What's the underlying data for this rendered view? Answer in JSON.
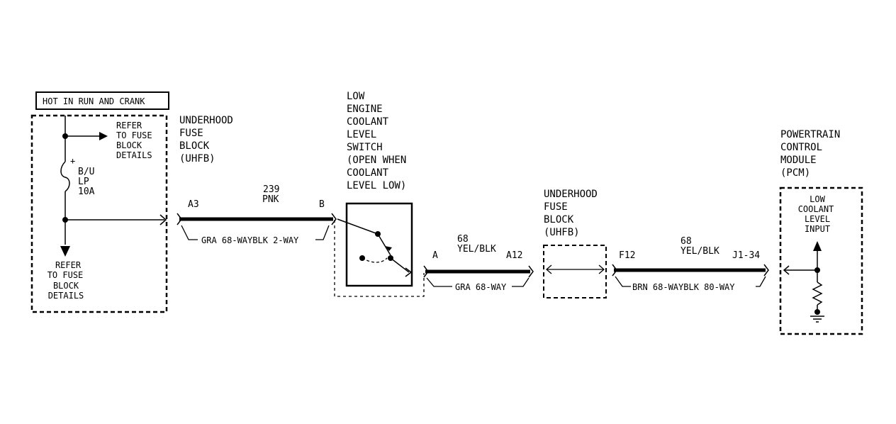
{
  "header": {
    "hot_label": "HOT IN RUN AND CRANK"
  },
  "fuse_block_left": {
    "refer_top": [
      "REFER",
      "TO FUSE",
      "BLOCK",
      "DETAILS"
    ],
    "fuse": [
      "B/U",
      "LP",
      "10A"
    ],
    "plus": "+",
    "refer_bottom": [
      "REFER",
      "TO FUSE",
      "BLOCK",
      "DETAILS"
    ]
  },
  "uhfb_1": {
    "label": [
      "UNDERHOOD",
      "FUSE",
      "BLOCK",
      "(UHFB)"
    ]
  },
  "wire_1": {
    "circuit": "239",
    "color": "PNK",
    "pin_left": "A3",
    "pin_right": "B",
    "connector": "GRA 68-WAYBLK 2-WAY"
  },
  "switch": {
    "label": [
      "LOW",
      "ENGINE",
      "COOLANT",
      "LEVEL",
      "SWITCH",
      "(OPEN WHEN",
      "COOLANT",
      "LEVEL LOW)"
    ]
  },
  "wire_2": {
    "circuit": "68",
    "color": "YEL/BLK",
    "pin_left": "A",
    "pin_right": "A12",
    "connector": "GRA 68-WAY"
  },
  "uhfb_2": {
    "label": [
      "UNDERHOOD",
      "FUSE",
      "BLOCK",
      "(UHFB)"
    ]
  },
  "wire_3": {
    "circuit": "68",
    "color": "YEL/BLK",
    "pin_left": "F12",
    "pin_right": "J1-34",
    "connector": "BRN 68-WAYBLK 80-WAY"
  },
  "pcm": {
    "label": [
      "POWERTRAIN",
      "CONTROL",
      "MODULE",
      "(PCM)"
    ],
    "input": [
      "LOW",
      "COOLANT",
      "LEVEL",
      "INPUT"
    ]
  }
}
